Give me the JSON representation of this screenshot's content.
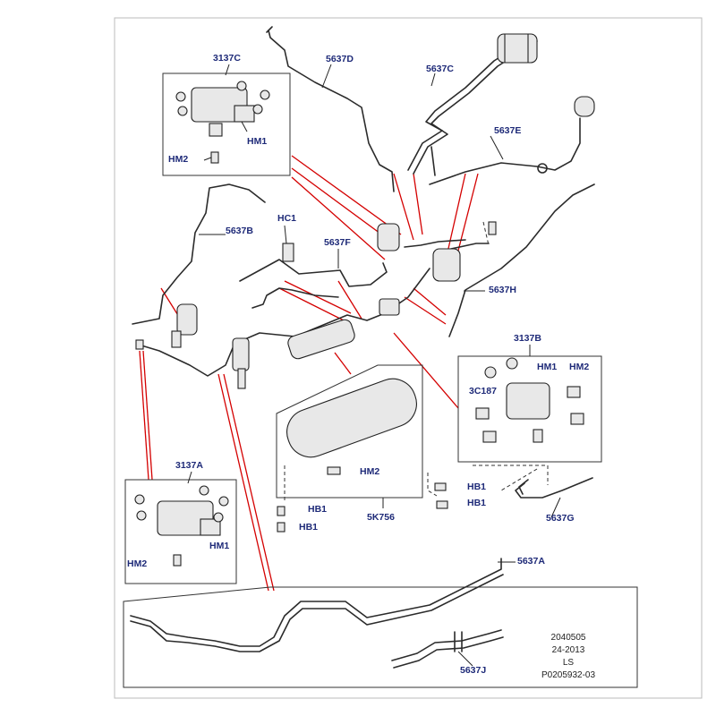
{
  "colors": {
    "label": "#1e2a78",
    "leader": "#d40000",
    "line": "#2b2b2b"
  },
  "callouts": {
    "c3137C": "3137C",
    "c3137C_hm1": "HM1",
    "c3137C_hm2": "HM2",
    "c5637D": "5637D",
    "c5637C": "5637C",
    "c5637E": "5637E",
    "c5637B": "5637B",
    "hc1": "HC1",
    "c5637F": "5637F",
    "c5637H": "5637H",
    "c3137B": "3137B",
    "c3137B_hm1": "HM1",
    "c3137B_hm2": "HM2",
    "c3c187": "3C187",
    "c3137A": "3137A",
    "c3137A_hm1": "HM1",
    "c3137A_hm2": "HM2",
    "hm2_center": "HM2",
    "hb1_left_a": "HB1",
    "hb1_left_b": "HB1",
    "hb1_right_a": "HB1",
    "hb1_right_b": "HB1",
    "c5k756": "5K756",
    "c5637G": "5637G",
    "c5637A": "5637A",
    "c5637J": "5637J"
  },
  "meta": {
    "line1": "2040505",
    "line2": "24-2013",
    "line3": "LS",
    "line4": "P0205932-03"
  }
}
